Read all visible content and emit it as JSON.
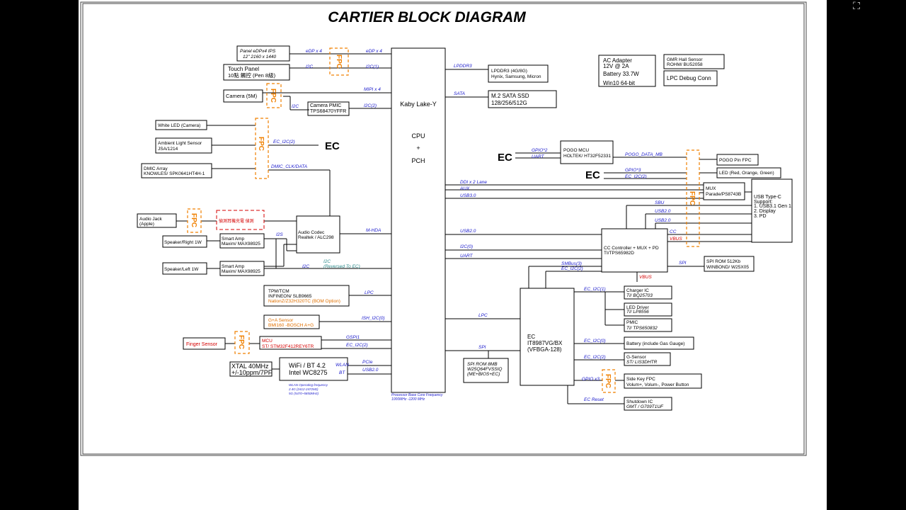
{
  "title": "CARTIER  BLOCK DIAGRAM",
  "colors": {
    "line": "#000000",
    "signal": "#1a1acc",
    "fpc": "#f08000",
    "red": "#d40000",
    "orange": "#e07000",
    "teal": "#2e8b8b",
    "frame": "#444444"
  },
  "icons": {
    "expand": "expand-icon"
  },
  "fpc_label": "FPC",
  "cpu": {
    "line1": "Kaby Lake-Y",
    "line2": "CPU",
    "line3": "+",
    "line4": "PCH",
    "note1": "Processor Base Core Frequency",
    "note2": "1000MHz -1200 MHz"
  },
  "blocks": {
    "panel": [
      "Panel eDPx4 IPS",
      "12\" 2160 x 1440"
    ],
    "touch": [
      "Touch Panel",
      "10點 觸控  (Pen 8級)"
    ],
    "camera": [
      "Camera (5M)"
    ],
    "cam_pmic": [
      "Camera PMIC",
      "TPS68470YFFR"
    ],
    "white_led": [
      "White LED (Camera)"
    ],
    "als": [
      "Ambient Light Sensor",
      "JSA/1214"
    ],
    "dmic": [
      "DMIC Array",
      "KNOWLES/ SPK0641HT4H-1"
    ],
    "audio_jack": [
      "Audio Jack",
      "(Apple)"
    ],
    "jack_det": [
      "偵測耳機充電 偵測"
    ],
    "codec": [
      "Audio Codec",
      "Realtek / ALC298"
    ],
    "spk_right": [
      "Speaker/Right 1W"
    ],
    "amp_right": [
      "Smart Amp",
      "Maxim/ MAX98925"
    ],
    "spk_left": [
      "Speaker/Left 1W"
    ],
    "amp_left": [
      "Smart Amp",
      "Maxim/ MAX98925"
    ],
    "tpm": [
      "TPM/TCM",
      "INFINEON/ SLB9665",
      "NationZ/Z32H320TC (BOM Option)"
    ],
    "gsensor": [
      "G+A Sensor",
      "BMI160 -BOSCH A+G"
    ],
    "finger": [
      "Finger Sensor"
    ],
    "mcu": [
      "MCU",
      "ST/ STM32F412REY6TR"
    ],
    "xtal": [
      "XTAL 40MHz",
      "+/-10ppm/7PF"
    ],
    "wifi": [
      "WiFi / BT 4.2",
      "Intel WC8275"
    ],
    "wifi_note": [
      "WLAN Operating frequency",
      "2.4G (2412-2472Mz)",
      "5G (5470~5850MHz)"
    ],
    "lpddr": [
      "LPDDR3 (4G/8G)",
      "Hynix, Samsung, Micron"
    ],
    "ssd": [
      "M.2 SATA SSD",
      "128/256/512G"
    ],
    "ac": [
      "AC Adapter",
      "12V @ 2A",
      "Battery 33.7W",
      "Win10 64-bit"
    ],
    "gmr": [
      "GMR Hall Sensor",
      "ROHM/ BU52058"
    ],
    "lpc_debug": [
      "LPC Debug Conn"
    ],
    "pogo_mcu": [
      "POGO MCU",
      "HOLTEK/ HT32F52331"
    ],
    "pogo_fpc": [
      "POGO Pin FPC"
    ],
    "led_rog": [
      "LED (Red, Orange, Green)"
    ],
    "mux": [
      "MUX",
      "Parade/PS8743B"
    ],
    "usbc": [
      "USB Type-C",
      "Support:",
      "1. USB3.1 Gen 1",
      "2. Display",
      "3. PD"
    ],
    "cc": [
      "CC Controller + MUX + PD",
      "TI/TPS65982D"
    ],
    "spi_rom": [
      "SPI ROM 512Kb",
      "WINBOND/ W25X05"
    ],
    "ec": [
      "EC",
      "IT8987VG/BX",
      "(VFBGA-128)"
    ],
    "spi_rom8": [
      "SPI ROM 8MB",
      "W25Q64FVSSIQ",
      "(ME+BIOS+EC)"
    ],
    "charger": [
      "Charger IC",
      "TI/ BQ25703"
    ],
    "led_drv": [
      "LED Driver",
      "TI/ LP8556"
    ],
    "pmic": [
      "PMIC",
      "TI/ TPS650832"
    ],
    "battery": [
      "Battery (include Gas Gauge)"
    ],
    "gsensor2": [
      "G-Sensor",
      "ST/ LIS3DHTR"
    ],
    "sidekey": [
      "Side Key FPC",
      "Volum+, Volum-, Power Button"
    ],
    "shutdown": [
      "Shutdown IC",
      "GMT / G709T1UF"
    ]
  },
  "ec_labels": {
    "left": "EC",
    "pogo": "EC",
    "led": "EC"
  },
  "signals": {
    "edp_l": "eDP x 4",
    "edp_r": "eDP x 4",
    "i2c_touch": "I2C",
    "i2c1": "I2C(1)",
    "mipi": "MIPI x 4",
    "i2c_cam": "I2C",
    "i2c2_cam": "I2C(2)",
    "ec_i2c2": "EC_I2C(2)",
    "dmic_clk": "DMIC_CLK/DATA",
    "i2s": "I2S",
    "i2c_amp": "I2C",
    "i2c_rev1": "I2C",
    "i2c_rev2": "(Reversed To EC)",
    "mhda": "M-HDA",
    "lpc_tpm": "LPC",
    "ish": "ISH_I2C(0)",
    "gspi": "GSPI1",
    "ec_i2c2_mcu": "EC_I2C(2)",
    "wlan": "WLAN",
    "bt": "BT",
    "pcie": "PCIe",
    "usb2_wifi": "USB2.0",
    "lpddr": "LPDDR3",
    "sata": "SATA",
    "gpio2": "GPIO*2",
    "uart_pogo": "UART",
    "pogo_data": "POGO_DATA_MB",
    "gpio3": "GPIO*3",
    "ec_i2c2_led": "EC_I2C(2)",
    "ddi": "DDI x 2 Lane",
    "aux": "AUX",
    "usb3": "USB3.0",
    "sbu": "SBU",
    "usb2_a": "USB2.0",
    "usb2_b": "USB2.0",
    "usb2_cpu": "USB2.0",
    "cc": "CC",
    "vbus": "VBUS",
    "i2c0": "I2C(0)",
    "uart_cc": "UART",
    "smbus": "SMBus(3)",
    "ec_i2c2_cc": "EC_I2C(2)",
    "vbus2": "VBUS",
    "spi_cc": "SPI",
    "ec_i2c1": "EC_I2C(1)",
    "lpc_ec": "LPC",
    "spi_ec": "SPI",
    "ec_i2c0": "EC_I2C(0)",
    "ec_i2c2_g": "EC_I2C(2)",
    "gpio_x3": "GPIO x3",
    "ec_reset": "EC Reset"
  }
}
